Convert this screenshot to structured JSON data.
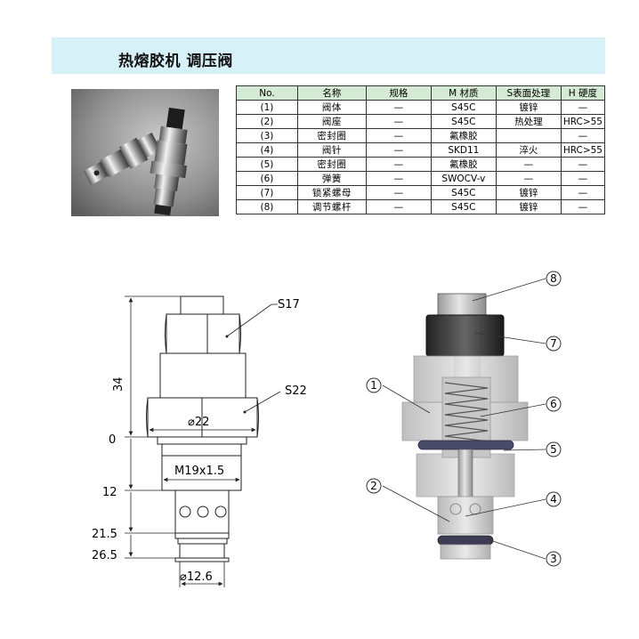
{
  "title": "热熔胶机  调压阀",
  "table": {
    "headers": [
      "No.",
      "名称",
      "规格",
      "M 材质",
      "S表面处理",
      "H 硬度"
    ],
    "rows": [
      [
        "(1)",
        "阀体",
        "—",
        "S45C",
        "镀锌",
        "—"
      ],
      [
        "(2)",
        "阀座",
        "—",
        "S45C",
        "热处理",
        "HRC>55"
      ],
      [
        "(3)",
        "密封圈",
        "—",
        "氟橡胶",
        "",
        "—"
      ],
      [
        "(4)",
        "阀针",
        "—",
        "SKD11",
        "淬火",
        "HRC>55"
      ],
      [
        "(5)",
        "密封圈",
        "—",
        "氟橡胶",
        "—",
        "—"
      ],
      [
        "(6)",
        "弹簧",
        "—",
        "SWOCV-v",
        "—",
        "—"
      ],
      [
        "(7)",
        "锁紧螺母",
        "—",
        "S45C",
        "镀锌",
        "—"
      ],
      [
        "(8)",
        "调节螺杆",
        "—",
        "S45C",
        "镀锌",
        "—"
      ]
    ]
  },
  "drawing": {
    "hex_small": "S17",
    "hex_large": "S22",
    "dim_34": "34",
    "dim_0": "0",
    "dim_12": "12",
    "dim_21_5": "21.5",
    "dim_26_5": "26.5",
    "dia_22": "⌀22",
    "thread": "M19x1.5",
    "dia_12_6": "⌀12.6",
    "callouts": [
      "1",
      "2",
      "3",
      "4",
      "5",
      "6",
      "7",
      "8"
    ]
  }
}
